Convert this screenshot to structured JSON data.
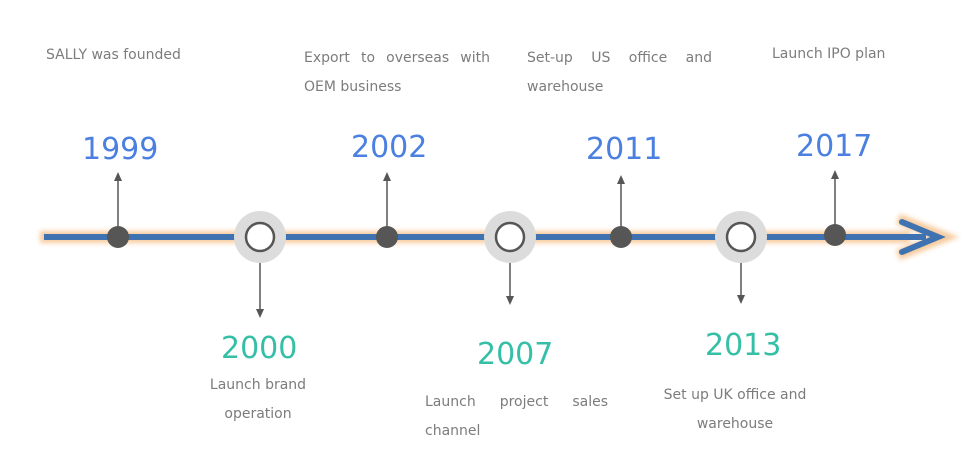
{
  "colors": {
    "top_year": "#4b7fe0",
    "bottom_year": "#35bfa6",
    "line": "#3f72b0",
    "glow": "#f7c99a",
    "node": "#565656",
    "text": "#7c7c7c"
  },
  "milestones": [
    {
      "year": "1999",
      "text": "SALLY was founded"
    },
    {
      "year": "2000",
      "text": "Launch brand operation"
    },
    {
      "year": "2002",
      "text": "Export to overseas with OEM business"
    },
    {
      "year": "2007",
      "text": "Launch project sales channel"
    },
    {
      "year": "2011",
      "text": "Set-up US office and warehouse"
    },
    {
      "year": "2013",
      "text": "Set up UK office and warehouse"
    },
    {
      "year": "2017",
      "text": "Launch IPO plan"
    }
  ]
}
